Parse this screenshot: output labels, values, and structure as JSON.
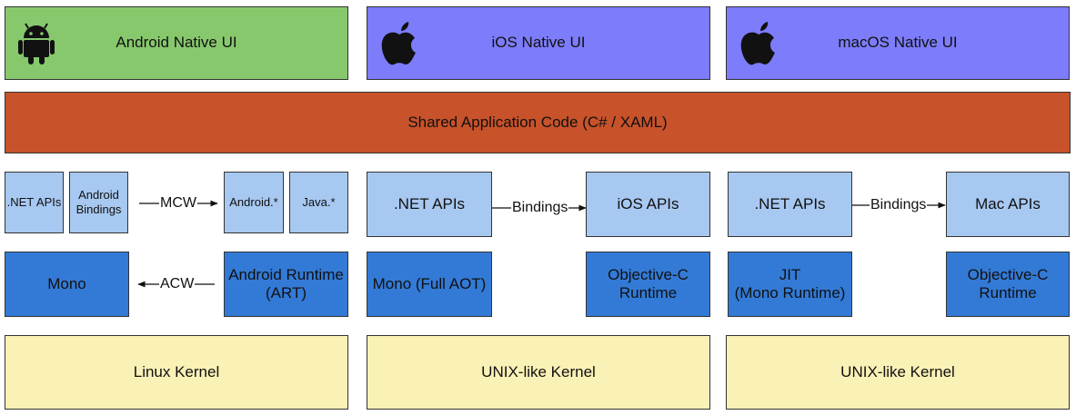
{
  "top_row": [
    {
      "label": "Android Native UI",
      "icon": "android-icon"
    },
    {
      "label": "iOS Native UI",
      "icon": "apple-icon"
    },
    {
      "label": "macOS Native UI",
      "icon": "apple-icon"
    }
  ],
  "shared": {
    "label": "Shared Application Code (C# / XAML)"
  },
  "android": {
    "net_apis": ".NET APIs",
    "bindings": "Android\nBindings",
    "mcw": "MCW",
    "android_ns": "Android.*",
    "java_ns": "Java.*",
    "mono": "Mono",
    "acw": "ACW",
    "art": "Android Runtime\n(ART)",
    "kernel": "Linux Kernel"
  },
  "ios": {
    "net_apis": ".NET APIs",
    "bindings": "Bindings",
    "apis": "iOS APIs",
    "mono": "Mono (Full AOT)",
    "objc": "Objective-C\nRuntime",
    "kernel": "UNIX-like Kernel"
  },
  "mac": {
    "net_apis": ".NET APIs",
    "bindings": "Bindings",
    "apis": "Mac APIs",
    "jit": "JIT\n(Mono Runtime)",
    "objc": "Objective-C\nRuntime",
    "kernel": "UNIX-like Kernel"
  },
  "colors": {
    "android_green": "#87c86d",
    "apple_purple": "#7d7cfa",
    "shared_orange": "#c8522a",
    "api_light_blue": "#a7c8f1",
    "runtime_blue": "#337ad6",
    "kernel_yellow": "#faf1b6"
  }
}
